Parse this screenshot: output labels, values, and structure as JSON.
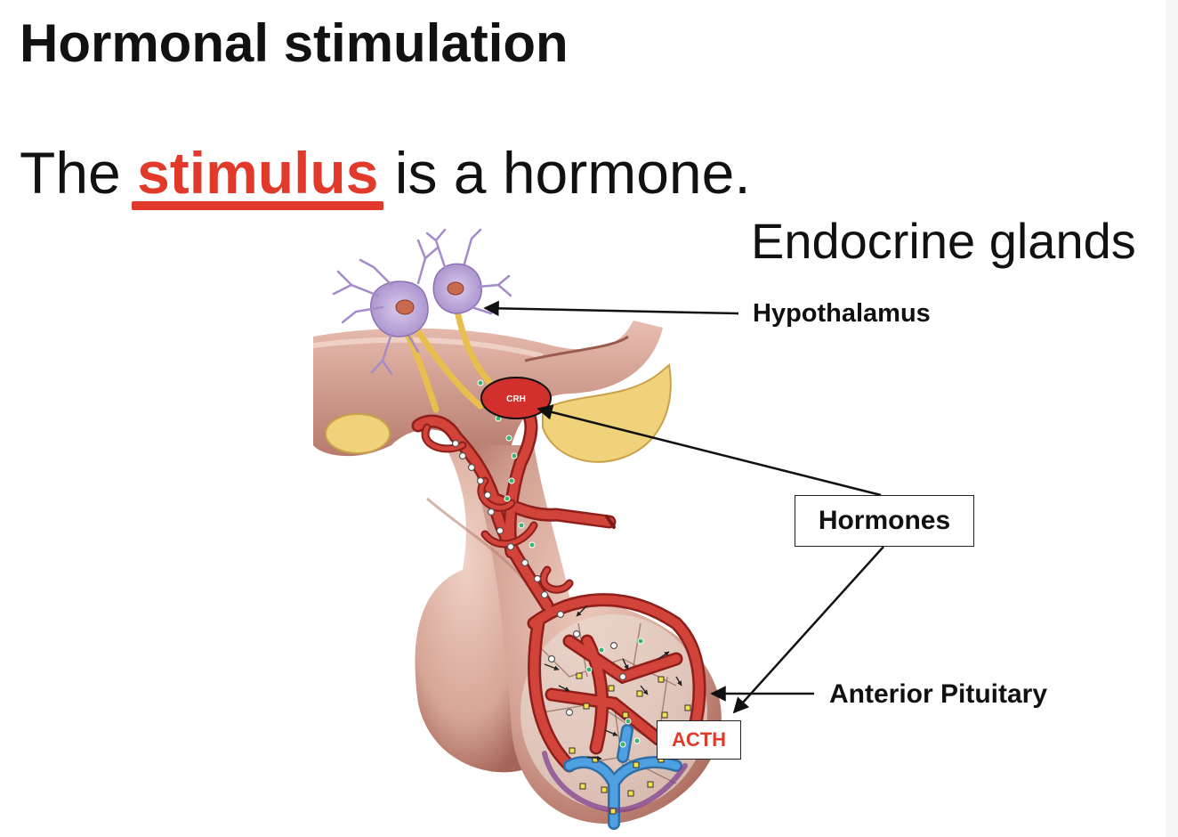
{
  "slide": {
    "title": "Hormonal stimulation",
    "subtitle_pre": "The ",
    "subtitle_highlight": "stimulus",
    "subtitle_post": " is a hormone.",
    "heading_right": "Endocrine glands"
  },
  "diagram": {
    "label_hypothalamus": "Hypothalamus",
    "label_hormones": "Hormones",
    "label_anterior_pituitary": "Anterior Pituitary",
    "label_crh": "CRH",
    "label_acth": "ACTH"
  },
  "colors": {
    "accent": "#e23a2a",
    "artery": "#c8312a",
    "vein": "#3f8fd1",
    "neuron": "#b9a3d6",
    "tissue": "#d9a99a"
  }
}
